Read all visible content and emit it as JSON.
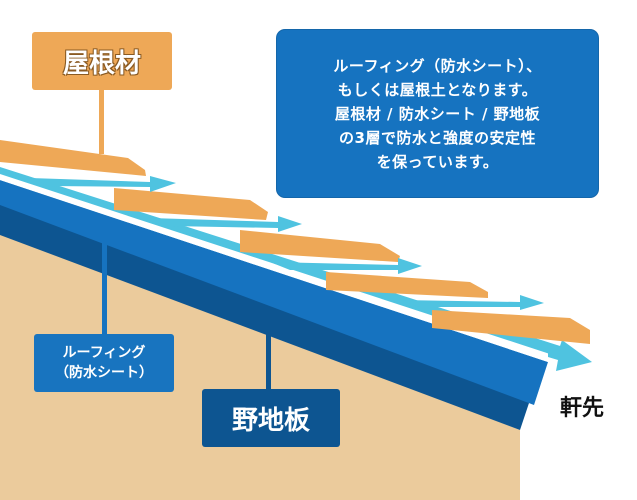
{
  "labels": {
    "roofing_material": "屋根材",
    "roofing_sheet_line1": "ルーフィング",
    "roofing_sheet_line2": "（防水シート）",
    "sheathing": "野地板",
    "eaves": "軒先"
  },
  "info_box": {
    "lines": [
      "ルーフィング（防水シート）、",
      "もしくは屋根土となります。",
      "屋根材 / 防水シート / 野地板",
      "の3層で防水と強度の安定性",
      "を保っています。"
    ]
  },
  "colors": {
    "roof_tile": "#eea857",
    "waterproof_sheet": "#4fc3e0",
    "sheathing_top": "#1673c0",
    "sheathing_side": "#0d5591",
    "wall": "#ebcb9c",
    "info_box": "#1673c0"
  }
}
